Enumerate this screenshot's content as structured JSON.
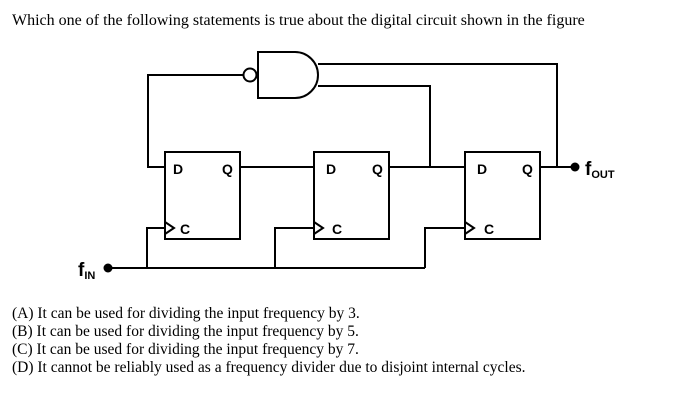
{
  "question": "Which one of the following statements is true about the digital circuit shown in the figure",
  "circuit": {
    "flip_flops": [
      {
        "d": "D",
        "q": "Q",
        "clk": "C"
      },
      {
        "d": "D",
        "q": "Q",
        "clk": "C"
      },
      {
        "d": "D",
        "q": "Q",
        "clk": "C"
      }
    ],
    "input_label": {
      "main": "f",
      "sub": "IN"
    },
    "output_label": {
      "main": "f",
      "sub": "OUT"
    }
  },
  "options": [
    "(A) It can be used for dividing the input frequency by 3.",
    "(B) It can be used for dividing the input frequency by 5.",
    "(C) It can be used for dividing the input frequency by 7.",
    "(D) It cannot be reliably used as a frequency divider due to disjoint internal cycles."
  ]
}
